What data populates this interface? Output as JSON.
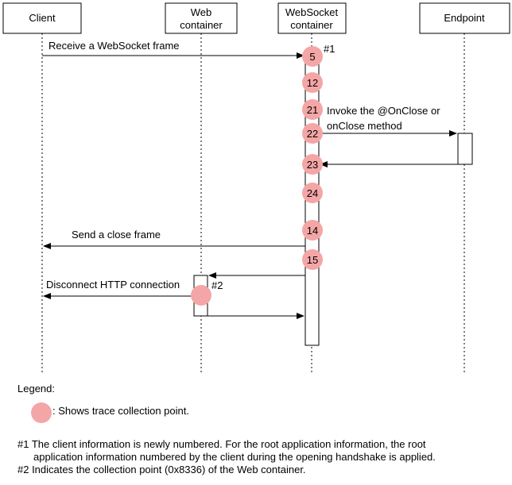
{
  "participants": {
    "client": "Client",
    "web_container_line1": "Web",
    "web_container_line2": "container",
    "websocket_container_line1": "WebSocket",
    "websocket_container_line2": "container",
    "endpoint": "Endpoint"
  },
  "messages": {
    "receive_frame": "Receive a WebSocket frame",
    "invoke_line1": "Invoke the @OnClose or",
    "invoke_line2": "onClose method",
    "send_close": "Send a close frame",
    "disconnect": "Disconnect HTTP connection"
  },
  "markers": {
    "note1": "#1",
    "note2": "#2"
  },
  "trace_points": [
    "5",
    "12",
    "21",
    "22",
    "23",
    "24",
    "14",
    "15"
  ],
  "legend": {
    "title": "Legend:",
    "dot_text": ": Shows trace collection point."
  },
  "notes": {
    "n1_line1": "#1 The client information is newly numbered. For the root application information, the root",
    "n1_line2": "application information numbered by the client during the opening handshake is applied.",
    "n2": "#2 Indicates the collection point (0x8336) of the Web container."
  },
  "colors": {
    "trace_point": "#f4a6a6"
  }
}
